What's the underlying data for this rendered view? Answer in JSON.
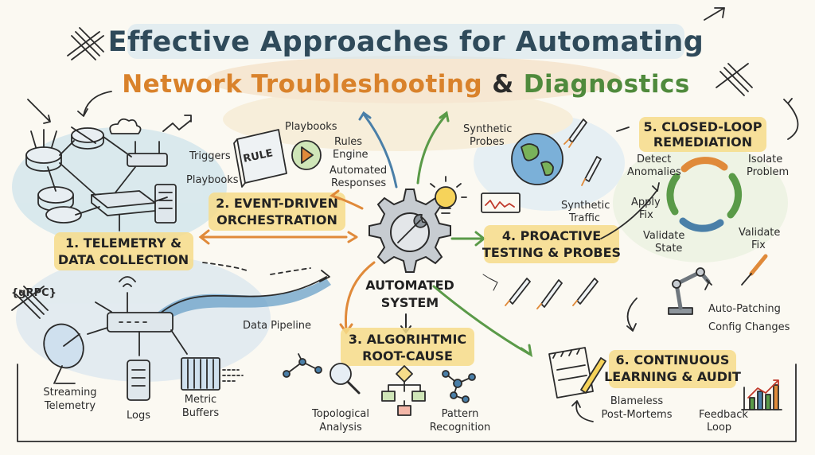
{
  "title": {
    "line1": "Effective Approaches for Automating",
    "line2_part1": "Network Troubleshooting",
    "line2_amp": "&",
    "line2_part2": "Diagnostics"
  },
  "center": {
    "line1": "AUTOMATED",
    "line2": "SYSTEM"
  },
  "sections": {
    "s1": {
      "line1": "1. TELEMETRY &",
      "line2": "DATA COLLECTION"
    },
    "s2": {
      "line1": "2. EVENT-DRIVEN",
      "line2": "ORCHESTRATION"
    },
    "s3": {
      "line1": "3. ALGORIHTMIC",
      "line2": "ROOT-CAUSE"
    },
    "s4": {
      "line1": "4. PROACTIVE",
      "line2": "TESTING & PROBES"
    },
    "s5": {
      "line1": "5. CLOSED-LOOP",
      "line2": "REMEDIATION"
    },
    "s6": {
      "line1": "6. CONTINUOUS",
      "line2": "LEARNING & AUDIT"
    }
  },
  "labels": {
    "playbooks_top": "Playbooks",
    "triggers": "Triggers",
    "playbooks_left": "Playbooks",
    "rule_book": "RULE",
    "rules_engine_1": "Rules",
    "rules_engine_2": "Engine",
    "automated_responses_1": "Automated",
    "automated_responses_2": "Responses",
    "grpc": "{gRPC}",
    "data_pipeline": "Data Pipeline",
    "streaming_1": "Streaming",
    "streaming_2": "Telemetry",
    "logs": "Logs",
    "metric_1": "Metric",
    "metric_2": "Buffers",
    "topological_1": "Topological",
    "topological_2": "Analysis",
    "pattern_1": "Pattern",
    "pattern_2": "Recognition",
    "synthetic_probes_1": "Synthetic",
    "synthetic_probes_2": "Probes",
    "synthetic_traffic_1": "Synthetic",
    "synthetic_traffic_2": "Traffic",
    "detect_1": "Detect",
    "detect_2": "Anomalies",
    "isolate_1": "Isolate",
    "isolate_2": "Problem",
    "apply_1": "Apply",
    "apply_2": "Fix",
    "validate_state_1": "Validate",
    "validate_state_2": "State",
    "validate_fix_1": "Validate",
    "validate_fix_2": "Fix",
    "auto_patching": "Auto-Patching",
    "config_changes": "Config Changes",
    "blameless_1": "Blameless",
    "blameless_2": "Post-Mortems",
    "feedback_1": "Feedback",
    "feedback_2": "Loop"
  },
  "colors": {
    "highlight_yellow": "#f6dc8a",
    "title_orange": "#d9822b",
    "title_green": "#4f8a3c",
    "title_blue": "#2f4a5a",
    "wash_blue": "#bfdcea",
    "wash_green": "#cfe6b8",
    "arrow_orange": "#e08a3a",
    "arrow_green": "#5a9a48",
    "arrow_blue": "#4a7fa8"
  }
}
